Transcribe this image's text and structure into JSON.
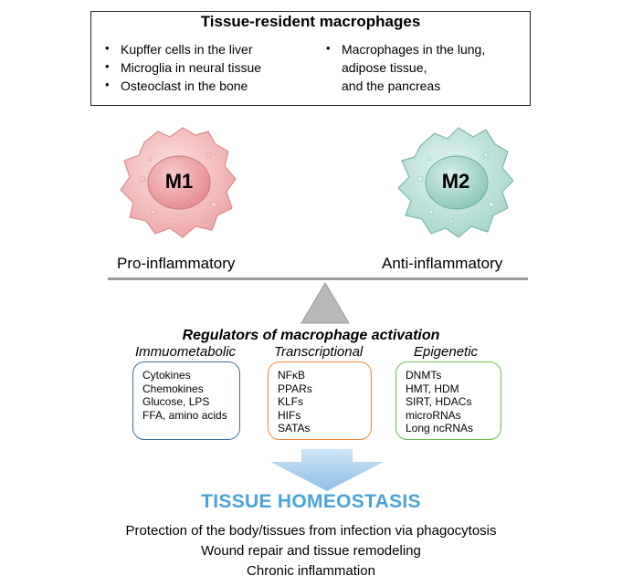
{
  "header": {
    "title": "Tissue-resident macrophages",
    "left_items": [
      "Kupffer cells in the liver",
      "Microglia in neural tissue",
      "Osteoclast in the bone"
    ],
    "right_item_line1": "Macrophages in the lung,",
    "right_item_line2": "adipose tissue,",
    "right_item_line3": "and the pancreas"
  },
  "cells": {
    "m1": {
      "label": "M1",
      "description": "Pro-inflammatory",
      "color": "#f3b8b8"
    },
    "m2": {
      "label": "M2",
      "description": "Anti-inflammatory",
      "color": "#bfe3dc"
    }
  },
  "regulators": {
    "title": "Regulators of macrophage activation",
    "categories": [
      {
        "name": "Immuometabolic",
        "color": "#3b6e9b",
        "items": [
          "Cytokines",
          "Chemokines",
          "Glucose, LPS",
          "FFA, amino acids"
        ]
      },
      {
        "name": "Transcriptional",
        "color": "#f0883a",
        "items": [
          "NFκB",
          "PPARs",
          "KLFs",
          "HIFs",
          "SATAs"
        ]
      },
      {
        "name": "Epigenetic",
        "color": "#6cbf4f",
        "items": [
          "DNMTs",
          "HMT, HDM",
          "SIRT, HDACs",
          "microRNAs",
          "Long ncRNAs"
        ]
      }
    ]
  },
  "outcome": {
    "title": "TISSUE HOMEOSTASIS",
    "lines": [
      "Protection of the body/tissues from infection via phagocytosis",
      "Wound repair and tissue remodeling",
      "Chronic inflammation"
    ]
  }
}
